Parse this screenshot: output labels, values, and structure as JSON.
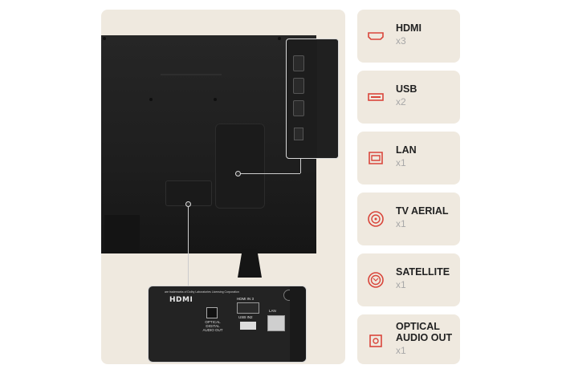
{
  "image_text": {
    "hdmi_logo": "HDMI",
    "optical_label": "OPTICAL\nDIGITAL\nAUDIO OUT",
    "hdmi_in3": "HDMI IN 3",
    "usb_in2": "USB IN2",
    "lan": "LAN",
    "trademark": "are trademarks of Dolby Laboratories Licensing Corporation"
  },
  "connectors": [
    {
      "name": "HDMI",
      "count": "x3",
      "icon": "hdmi-port-icon"
    },
    {
      "name": "USB",
      "count": "x2",
      "icon": "usb-port-icon"
    },
    {
      "name": "LAN",
      "count": "x1",
      "icon": "lan-port-icon"
    },
    {
      "name": "TV AERIAL",
      "count": "x1",
      "icon": "aerial-port-icon"
    },
    {
      "name": "SATELLITE",
      "count": "x1",
      "icon": "satellite-port-icon"
    },
    {
      "name": "OPTICAL AUDIO OUT",
      "count": "x1",
      "icon": "optical-port-icon"
    }
  ],
  "colors": {
    "accent": "#d9463b",
    "card_bg": "#efe9df",
    "count_text": "#a8a8a8"
  }
}
